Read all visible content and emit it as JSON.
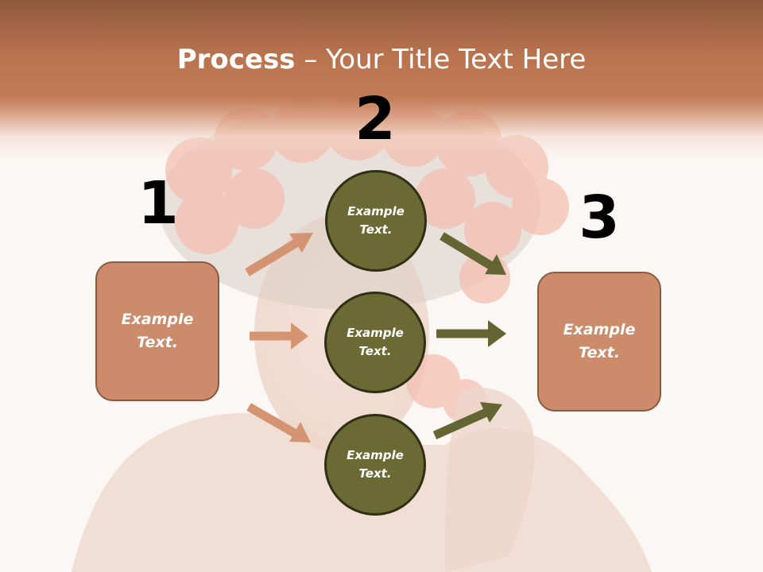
{
  "title": {
    "bold": "Process",
    "rest": " – Your Title Text Here"
  },
  "steps": [
    {
      "number": "1",
      "box_text": "Example Text."
    },
    {
      "number": "2",
      "circles": [
        "Example Text.",
        "Example Text.",
        "Example Text."
      ]
    },
    {
      "number": "3",
      "box_text": "Example Text."
    }
  ],
  "colors": {
    "header": "#c27c57",
    "box_fill": "#cc8b6b",
    "circle_fill": "#6b6a34",
    "arrow_left": "#d49472",
    "arrow_right": "#636533"
  }
}
